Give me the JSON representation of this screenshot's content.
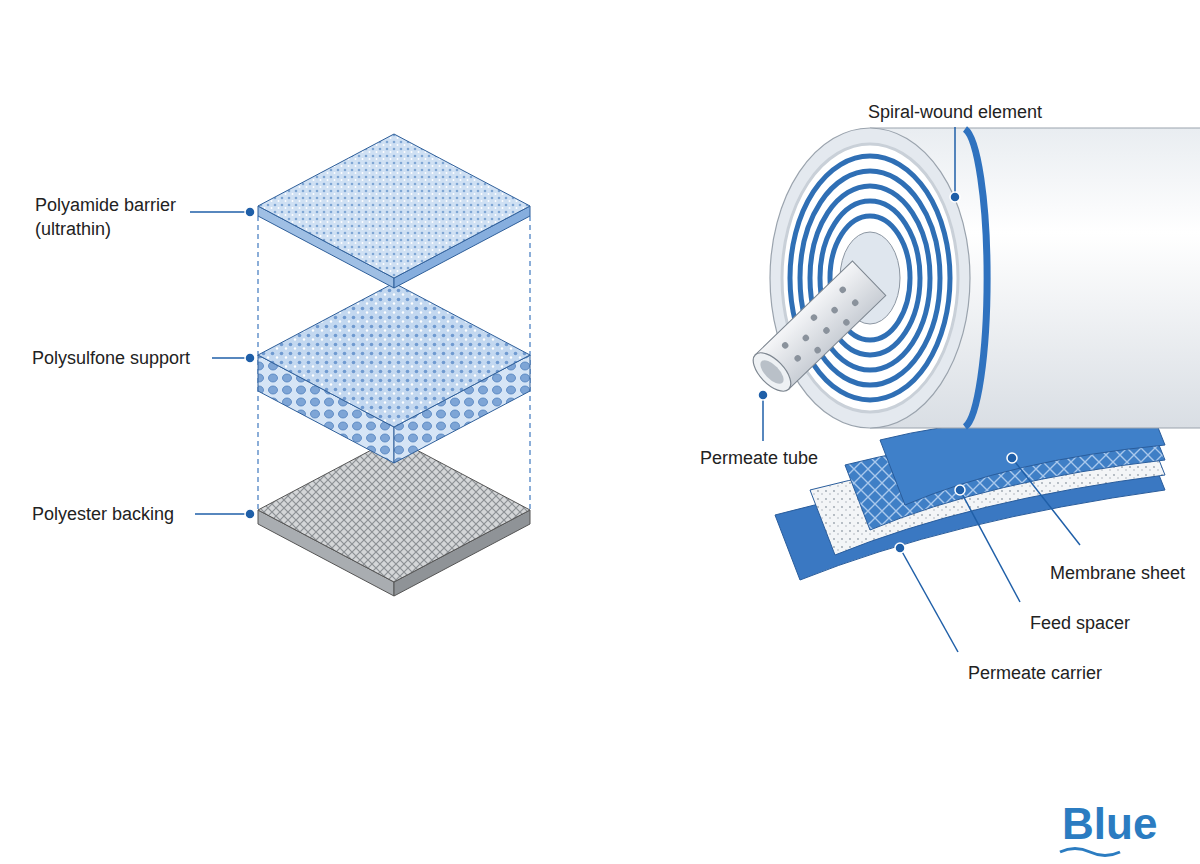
{
  "diagram": {
    "labels": [
      "Polyamide barrier (ultrathin)",
      "Polysulfone support",
      "Polyester backing",
      "Spiral-wound element",
      "Permeate tube",
      "Membrane sheet",
      "Feed spacer",
      "Permeate carrier",
      "Blue"
    ]
  }
}
